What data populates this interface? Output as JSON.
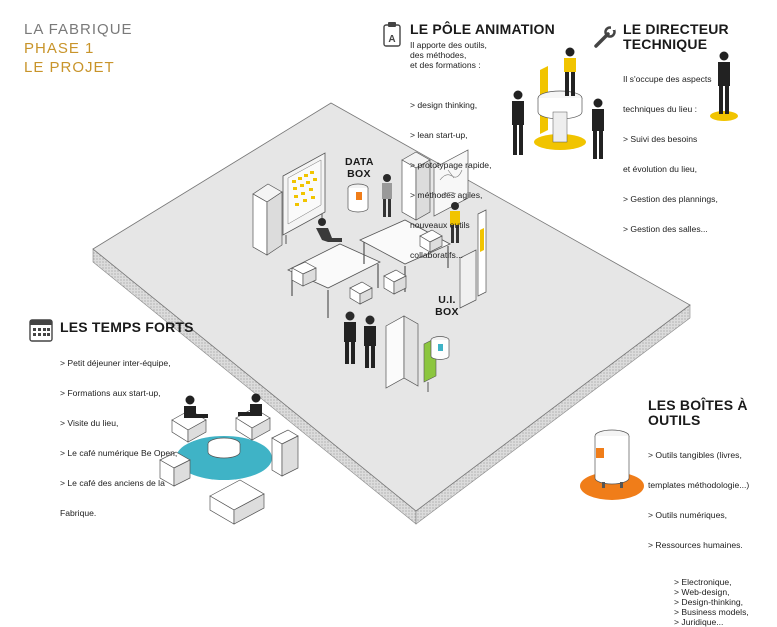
{
  "title": {
    "line1": "LA FABRIQUE",
    "line2": "PHASE 1",
    "line3": "LE PROJET"
  },
  "colors": {
    "title_grey": "#7a7a7a",
    "title_gold": "#c8942a",
    "yellow": "#f1c400",
    "orange": "#f07d19",
    "teal": "#3fb3c6",
    "green": "#8cc63f",
    "floor": "#e4e4e4",
    "floor_side": "#d2d2d2"
  },
  "pole_animation": {
    "heading": "LE PÔLE ANIMATION",
    "icon_letter": "A",
    "intro": [
      "Il apporte des outils,",
      "des méthodes,",
      "et des formations :"
    ],
    "items": [
      "> design thinking,",
      "> lean start-up,",
      "> prototypage rapide,",
      "> méthodes agiles,",
      "  nouveaux outils",
      "  collaboratifs..."
    ]
  },
  "directeur_technique": {
    "heading_line1": "LE DIRECTEUR",
    "heading_line2": "TECHNIQUE",
    "lines": [
      "Il s'occupe des aspects",
      "techniques du lieu :",
      "> Suivi des besoins",
      "  et évolution du lieu,",
      "> Gestion des plannings,",
      "> Gestion des salles..."
    ]
  },
  "temps_forts": {
    "heading": "LES TEMPS FORTS",
    "lines": [
      "> Petit déjeuner inter-équipe,",
      "> Formations aux start-up,",
      "> Visite du lieu,",
      "> Le café numérique Be Open,",
      "> Le café des anciens de la",
      "  Fabrique."
    ]
  },
  "boites_outils": {
    "heading": "LES BOÎTES À OUTILS",
    "lines": [
      "> Outils tangibles (livres,",
      "  templates méthodologie...)",
      "> Outils numériques,",
      "> Ressources humaines."
    ],
    "sub_items": [
      "> Electronique,",
      "> Web-design,",
      "> Design-thinking,",
      "> Business models,",
      "> Juridique..."
    ]
  },
  "labels": {
    "data_box_1": "DATA",
    "data_box_2": "BOX",
    "ui_box_1": "U.I.",
    "ui_box_2": "BOX"
  }
}
